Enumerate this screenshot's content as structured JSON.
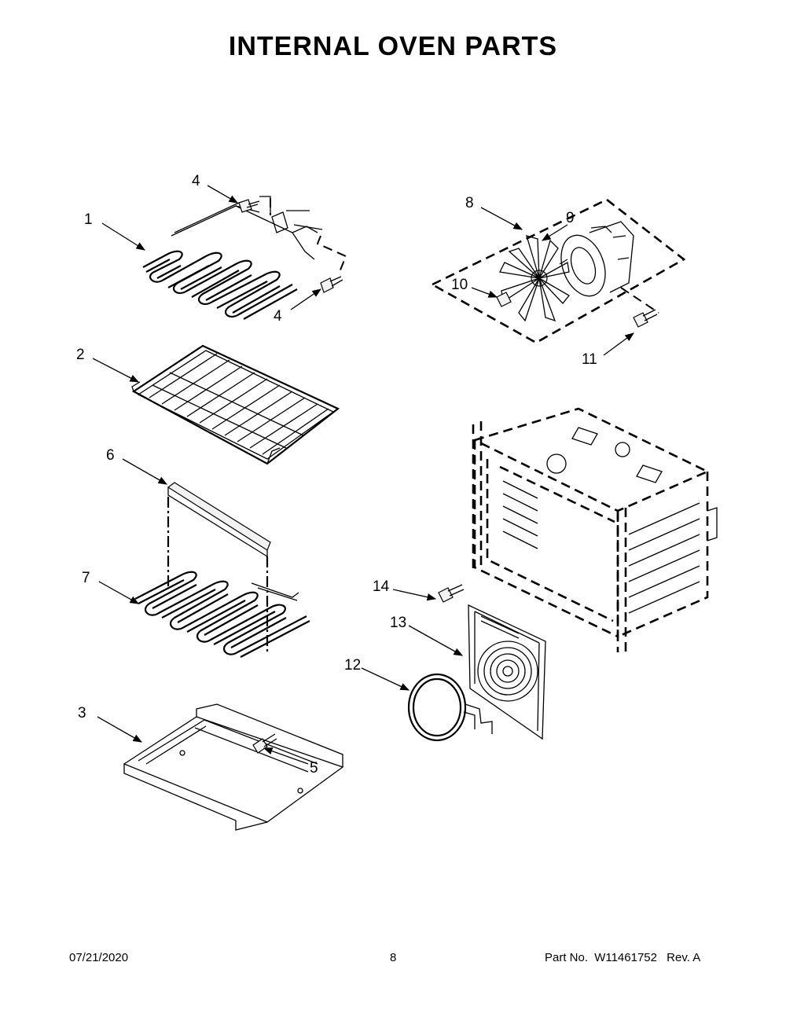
{
  "title": "INTERNAL OVEN PARTS",
  "callouts": {
    "c1": "1",
    "c2": "2",
    "c3": "3",
    "c4a": "4",
    "c4b": "4",
    "c5": "5",
    "c6": "6",
    "c7": "7",
    "c8": "8",
    "c9": "9",
    "c10": "10",
    "c11": "11",
    "c12": "12",
    "c13": "13",
    "c14": "14"
  },
  "footer": {
    "date": "07/21/2020",
    "page": "8",
    "part_label": "Part No.",
    "part_number": "W11461752",
    "revision": "Rev. A"
  }
}
